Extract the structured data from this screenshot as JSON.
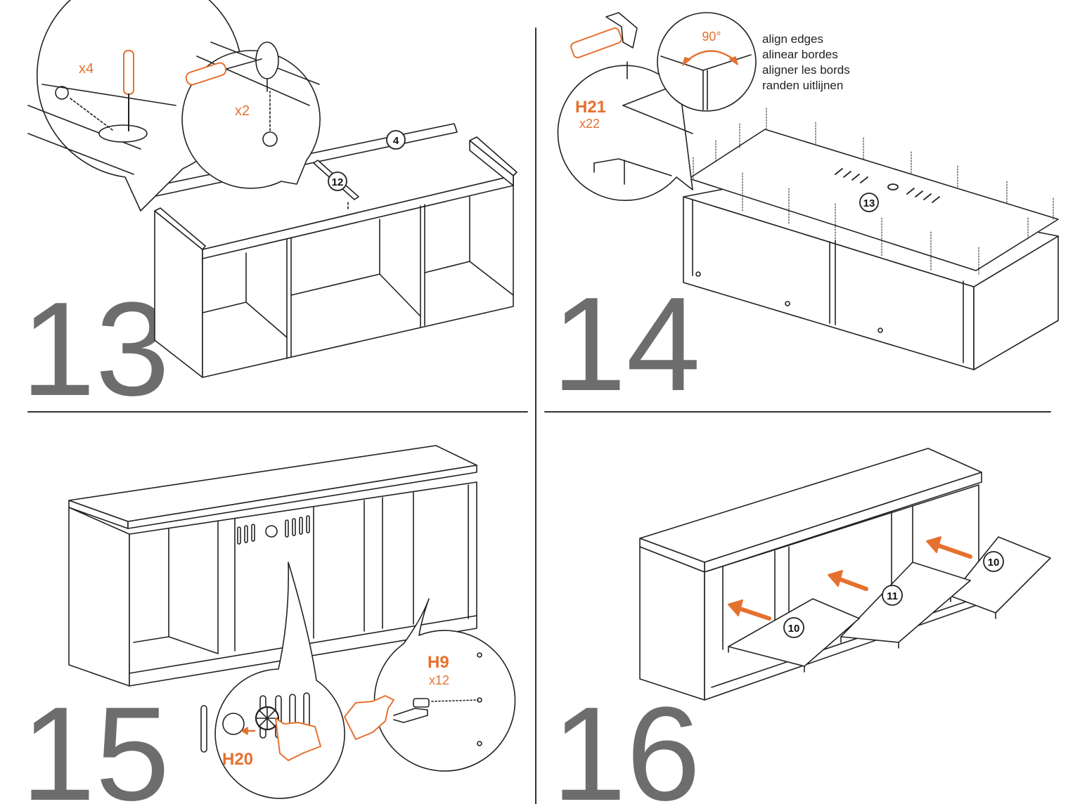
{
  "steps": [
    {
      "number": "13",
      "callouts": {
        "screw_qty": "x4",
        "cam_qty": "x2"
      },
      "part_badges": [
        "4",
        "12"
      ]
    },
    {
      "number": "14",
      "callouts": {
        "hardware_code": "H21",
        "hardware_qty": "x22",
        "angle": "90°"
      },
      "edge_note": [
        "align edges",
        "alinear bordes",
        "aligner les bords",
        "randen uitlijnen"
      ],
      "part_badges": [
        "13"
      ]
    },
    {
      "number": "15",
      "callouts": {
        "cover_code": "H20",
        "support_code": "H9",
        "support_qty": "x12"
      }
    },
    {
      "number": "16",
      "part_badges": [
        "10",
        "11",
        "10"
      ]
    }
  ],
  "colors": {
    "accent": "#e5712f",
    "line": "#222222",
    "step_number": "#6d6d6d",
    "divider": "#333333"
  }
}
